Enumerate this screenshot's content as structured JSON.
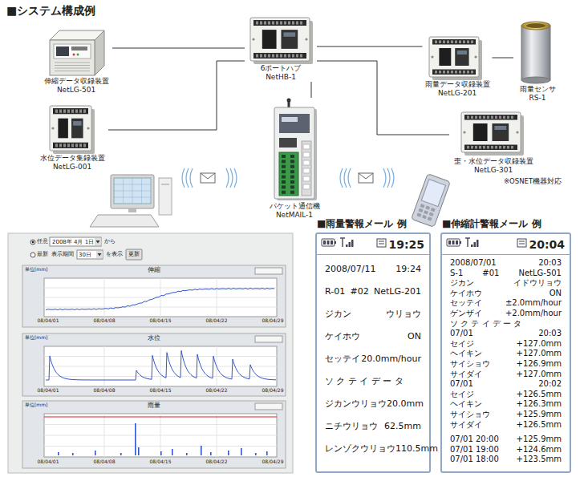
{
  "diagram": {
    "title": "■システム構成例",
    "nodes": [
      {
        "text": [
          "伸縮データ収録装置",
          "NetLG-501"
        ]
      },
      {
        "text": [
          "6ポートハブ",
          "NetHB-1"
        ]
      },
      {
        "text": [
          "雨量データ収録装置",
          "NetLG-201"
        ]
      },
      {
        "text": [
          "雨量センサ",
          "RS-1"
        ]
      },
      {
        "text": [
          "水位データ集録装置",
          "NetLG-001"
        ]
      },
      {
        "text": [
          "歪・水位データ収録装置",
          "NetLG-301"
        ]
      },
      {
        "text": [
          "パケット通信機",
          "NetMAIL-1"
        ]
      },
      {
        "text": [
          "■雨量警報メール 例",
          "19:25",
          "2008/07/11",
          "19:24",
          "R-01",
          "#02",
          "NetLG-201",
          "ジカン",
          "ウリョウ",
          "ケイホウ",
          "ON",
          "セッテイ",
          "20.0mm/hour",
          "ソ ク テ イ デ ー タ",
          "ジカンウリョウ",
          "20.0mm",
          "ニチウリョウ",
          "62.5mm",
          "レンゾクウリョウ",
          "110.5mm"
        ]
      },
      {
        "text": [
          "■伸縮計警報メール 例",
          "20:04",
          "2008/07/01",
          "20:03",
          "S-1",
          "#01",
          "NetLG-501",
          "ジカン",
          "イドウリョウ",
          "ケイホウ",
          "ON",
          "セッテイ",
          "±2.0mm/hour",
          "ゲンザイ",
          "+2.0mm/hour",
          "ソ ク テ イ デ ー タ",
          "07/01",
          "20:03",
          "セイジ",
          "+127.0mm",
          "ヘイキン",
          "+127.0mm",
          "サイショウ",
          "+126.9mm",
          "サイダイ",
          "+127.0mm",
          "07/01",
          "20:02",
          "セイジ",
          "+126.5mm",
          "ヘイキン",
          "+126.3mm",
          "サイショウ",
          "+125.9mm",
          "サイダイ",
          "+126.5mm",
          "07/01 20:00",
          "+125.9mm",
          "07/01 19:00",
          "+124.6mm",
          "07/01 18:00",
          "+123.5mm"
        ]
      }
    ],
    "edges": [
      {
        "from": 1,
        "to": 0,
        "arrow": "none"
      },
      {
        "from": 1,
        "to": 4,
        "arrow": "none"
      },
      {
        "from": 1,
        "to": 2,
        "arrow": "none"
      },
      {
        "from": 1,
        "to": 5,
        "arrow": "none"
      },
      {
        "from": 1,
        "to": 6,
        "arrow": "none"
      },
      {
        "from": 2,
        "to": 3,
        "arrow": "none"
      }
    ],
    "labels": [
      "※OSNET機器対応",
      "任意",
      "2008年 4月 1日",
      "から",
      "最新",
      "表示期間",
      "30日",
      "を表示",
      "更新",
      "単位[mm]",
      "伸縮",
      "08/04/01",
      "08/04/08",
      "08/04/15",
      "08/04/22",
      "08/04/29",
      "単位[mm]",
      "水位",
      "08/04/01",
      "08/04/08",
      "08/04/15",
      "08/04/22",
      "08/04/29",
      "単位[mm]",
      "雨量",
      "08/04/01",
      "08/04/08",
      "08/04/15",
      "08/04/22",
      "08/04/29"
    ]
  }
}
